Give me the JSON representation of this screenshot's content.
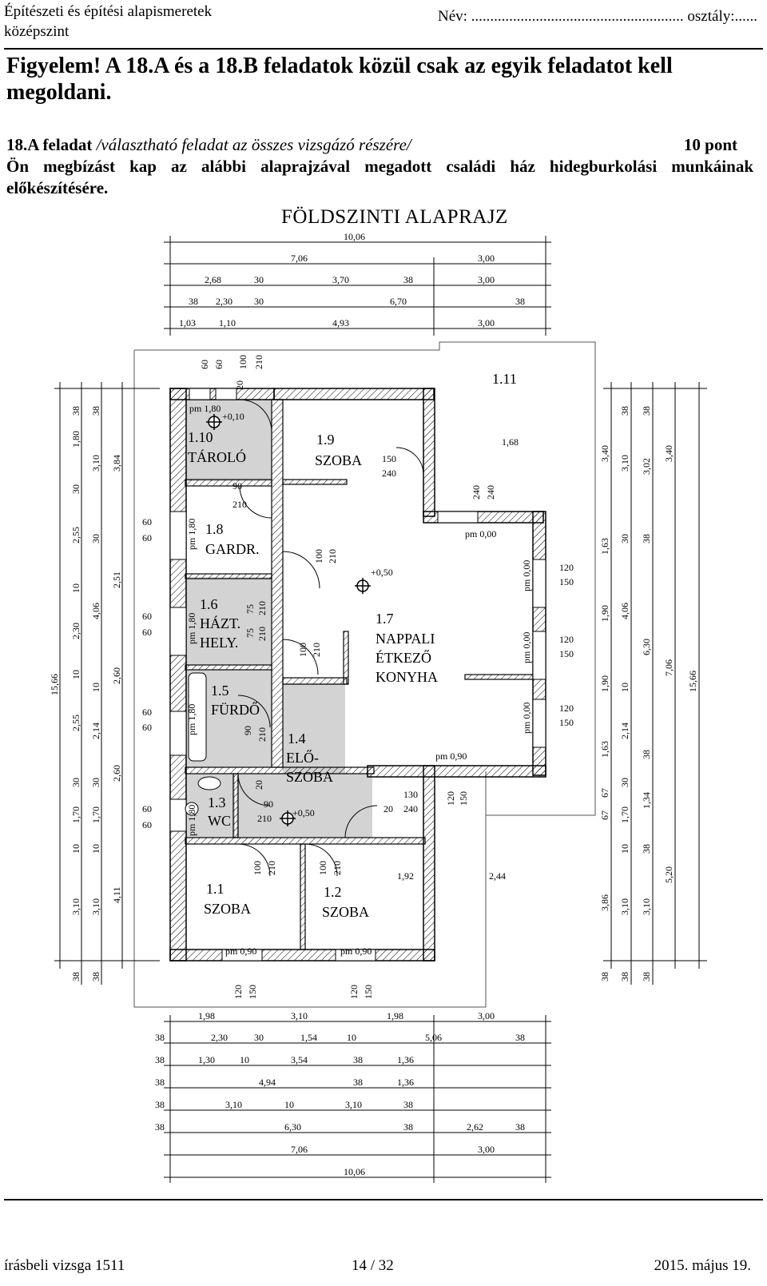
{
  "header": {
    "subject_line1": "Építészeti és építési alapismeretek",
    "subject_line2": "középszint",
    "name_field": "Név: ........................................................ osztály:......"
  },
  "warning": "Figyelem! A 18.A és a 18.B feladatok közül csak az egyik feladatot kell megoldani.",
  "task": {
    "number": "18.A feladat",
    "note": "/választható feladat az összes vizsgázó részére/",
    "points": "10 pont",
    "intro": "Ön megbízást kap az alábbi alaprajzával megadott családi ház hidegburkolási munkáinak előkészítésére."
  },
  "plan": {
    "title": "FÖLDSZINTI ALAPRAJZ",
    "rooms": [
      {
        "num": "1.1",
        "name": "SZOBA",
        "floor": "pm 0,90"
      },
      {
        "num": "1.2",
        "name": "SZOBA",
        "floor": "pm 0,90"
      },
      {
        "num": "1.3",
        "name": "WC",
        "floor": "pm 1,80"
      },
      {
        "num": "1.4",
        "name1": "ELŐ-",
        "name2": "SZOBA",
        "floor": "pm 0,90"
      },
      {
        "num": "1.5",
        "name": "FÜRDŐ",
        "floor": "pm 1,80"
      },
      {
        "num": "1.6",
        "name1": "HÁZT.",
        "name2": "HELY.",
        "floor": "pm 1,80"
      },
      {
        "num": "1.7",
        "name1": "NAPPALI",
        "name2": "ÉTKEZŐ",
        "name3": "KONYHA",
        "floor": "pm 0,00"
      },
      {
        "num": "1.8",
        "name": "GARDR.",
        "floor": "pm 1,80"
      },
      {
        "num": "1.9",
        "name": "SZOBA"
      },
      {
        "num": "1.10",
        "name": "TÁROLÓ",
        "floor": "pm 1,80"
      },
      {
        "num": "1.11"
      }
    ],
    "levels": {
      "l1": "+0,10",
      "l2": "+0,50",
      "l3": "+0,50"
    },
    "top_dims": {
      "r1": [
        "10,06"
      ],
      "r2": [
        "7,06",
        "3,00"
      ],
      "r3": [
        "2,68",
        "30",
        "3,70",
        "38",
        "3,00"
      ],
      "r4": [
        "38",
        "2,30",
        "30",
        "6,70",
        "38"
      ],
      "r5": [
        "1,03",
        "1,10",
        "4,93",
        "3,00"
      ]
    },
    "bottom_dims": {
      "r1": [
        "1,98",
        "3,10",
        "1,98",
        "3,00"
      ],
      "r2": [
        "38",
        "2,30",
        "30",
        "1,54",
        "10",
        "5,06",
        "38"
      ],
      "r3": [
        "38",
        "1,30",
        "10",
        "3,54",
        "38",
        "1,36"
      ],
      "r4": [
        "38",
        "4,94",
        "38",
        "1,36"
      ],
      "r5": [
        "38",
        "3,10",
        "10",
        "3,10",
        "38"
      ],
      "r6": [
        "38",
        "6,30",
        "38",
        "2,62",
        "38"
      ],
      "r7": [
        "7,06",
        "3,00"
      ],
      "r8": [
        "10,06"
      ]
    },
    "left_dims": {
      "c1": [
        "15,66"
      ],
      "c2": [
        "38",
        "1,80",
        "30",
        "2,55",
        "10",
        "2,30",
        "10",
        "2,55",
        "30",
        "1,70",
        "10",
        "3,10",
        "38"
      ],
      "c3": [
        "38",
        "3,10",
        "30",
        "4,06",
        "10",
        "2,14",
        "30",
        "1,70",
        "10",
        "3,10",
        "38"
      ],
      "c4": [
        "3,84",
        "2,51",
        "2,60",
        "2,60",
        "4,11"
      ]
    },
    "right_dims": {
      "c1": [
        "3,40",
        "1,63",
        "1,90",
        "1,90",
        "1,63",
        "67",
        "67",
        "3,86",
        "38"
      ],
      "c2": [
        "38",
        "3,10",
        "30",
        "4,06",
        "10",
        "2,14",
        "30",
        "1,70",
        "10",
        "3,10",
        "38"
      ],
      "c3": [
        "38",
        "3,02",
        "38",
        "6,30",
        "38",
        "1,34",
        "38",
        "3,10",
        "38"
      ],
      "c4": [
        "3,40",
        "7,06",
        "5,20"
      ],
      "c5": [
        "15,66"
      ]
    },
    "openings": {
      "d60": "60",
      "d100": "100",
      "d210": "210",
      "d20": "20",
      "d90": "90",
      "d150": "150",
      "d240": "240",
      "d120": "120",
      "d130": "130",
      "d75": "75",
      "d168": "1,68",
      "d192": "1,92",
      "d244": "2,44"
    }
  },
  "footer": {
    "left": "írásbeli vizsga 1511",
    "center": "14 / 32",
    "right": "2015. május 19."
  }
}
